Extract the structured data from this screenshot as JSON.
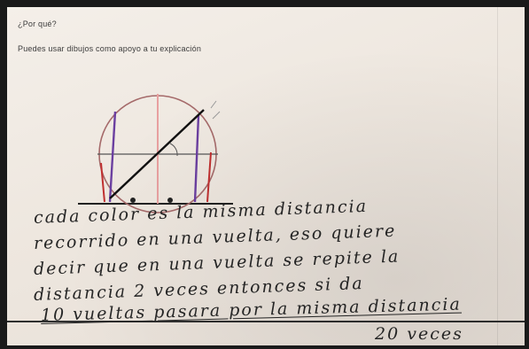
{
  "prompt": {
    "question": "¿Por qué?",
    "instruction": "Puedes usar dibujos como apoyo a tu explicación"
  },
  "answer": {
    "lines": [
      "cada color es la misma distancia",
      "recorrido en una vuelta, eso quiere",
      "decir que en una vuelta se repite la",
      "distancia 2 veces entonces si da",
      "10 vueltas pasara por la misma distancia",
      "20 veces"
    ]
  },
  "colors": {
    "circle": "#a56a6a",
    "purple_chord": "#6b3fa0",
    "red_chord": "#c03030",
    "pink_center": "#e8a0a0",
    "black_diagonal": "#111111"
  }
}
